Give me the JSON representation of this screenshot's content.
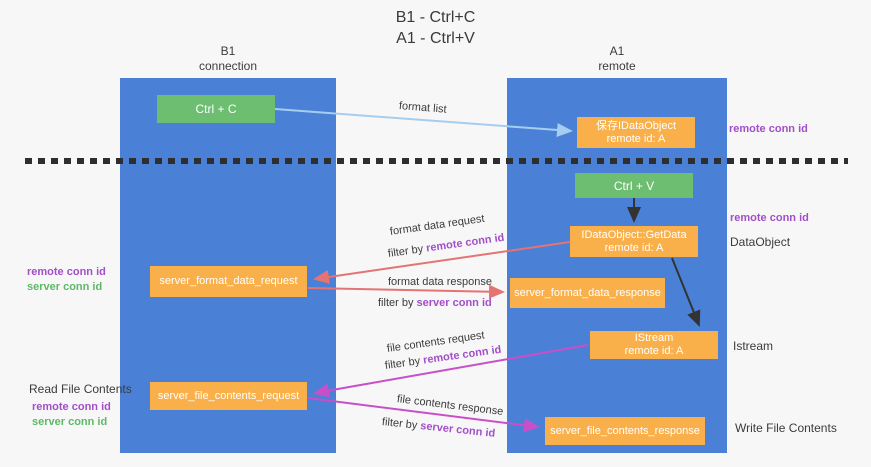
{
  "title": {
    "line1": "B1 - Ctrl+C",
    "line2": "A1 - Ctrl+V"
  },
  "columns": {
    "left": {
      "name": "B1",
      "subtitle": "connection"
    },
    "right": {
      "name": "A1",
      "subtitle": "remote"
    }
  },
  "nodes": {
    "ctrl_c": {
      "label": "Ctrl + C"
    },
    "save_idataobject": {
      "line1": "保存IDataObject",
      "line2": "remote id: A"
    },
    "ctrl_v": {
      "label": "Ctrl + V"
    },
    "getdata": {
      "line1": "IDataObject::GetData",
      "line2": "remote id: A"
    },
    "server_format_data_request": {
      "label": "server_format_data_request"
    },
    "server_format_data_response": {
      "label": "server_format_data_response"
    },
    "istream": {
      "line1": "IStream",
      "line2": "remote id: A"
    },
    "server_file_contents_request": {
      "label": "server_file_contents_request"
    },
    "server_file_contents_response": {
      "label": "server_file_contents_response"
    }
  },
  "edge_labels": {
    "format_list": "format list",
    "format_data_request": "format data request",
    "format_data_response": "format data response",
    "file_contents_request": "file contents request",
    "file_contents_response": "file contents response",
    "filter_by": "filter by",
    "remote_conn_id": "remote conn id",
    "server_conn_id": "server conn id"
  },
  "side_labels": {
    "remote_conn_id": "remote conn id",
    "server_conn_id": "server conn id",
    "dataobject": "DataObject",
    "istream": "Istream",
    "read_file_contents": "Read File Contents",
    "write_file_contents": "Write File Contents"
  },
  "colors": {
    "column_blue": "#4a80d6",
    "box_green": "#6dbe71",
    "box_orange": "#f9b04a",
    "purple_text": "#a24fc8",
    "green_text": "#5eb867",
    "salmon_arrow": "#e57373",
    "magenta_arrow": "#c94fc9",
    "lightblue_arrow": "#a5cdf0",
    "black_arrow": "#333333"
  }
}
